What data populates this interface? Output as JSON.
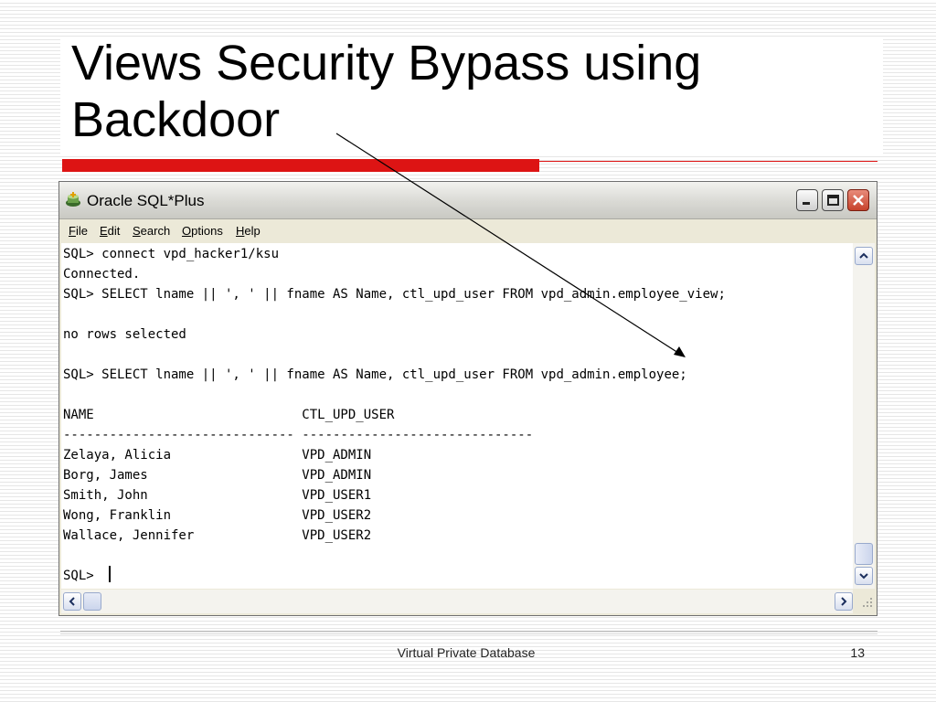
{
  "slide": {
    "title": "Views Security Bypass using Backdoor",
    "accent_color": "#dd1414",
    "footer_text": "Virtual Private Database",
    "page_number": "13"
  },
  "window": {
    "title": "Oracle SQL*Plus",
    "icon": "sqlplus-app-icon",
    "controls": [
      "minimize-icon",
      "maximize-icon",
      "close-icon"
    ]
  },
  "menu": {
    "items": [
      {
        "accel": "F",
        "rest": "ile"
      },
      {
        "accel": "E",
        "rest": "dit"
      },
      {
        "accel": "S",
        "rest": "earch"
      },
      {
        "accel": "O",
        "rest": "ptions"
      },
      {
        "accel": "H",
        "rest": "elp"
      }
    ]
  },
  "console": {
    "lines": [
      "SQL> connect vpd_hacker1/ksu",
      "Connected.",
      "SQL> SELECT lname || ', ' || fname AS Name, ctl_upd_user FROM vpd_admin.employee_view;",
      "",
      "no rows selected",
      "",
      "SQL> SELECT lname || ', ' || fname AS Name, ctl_upd_user FROM vpd_admin.employee;",
      "",
      "NAME                           CTL_UPD_USER",
      "------------------------------ ------------------------------",
      "Zelaya, Alicia                 VPD_ADMIN",
      "Borg, James                    VPD_ADMIN",
      "Smith, John                    VPD_USER1",
      "Wong, Franklin                 VPD_USER2",
      "Wallace, Jennifer              VPD_USER2",
      "",
      "SQL> "
    ]
  }
}
